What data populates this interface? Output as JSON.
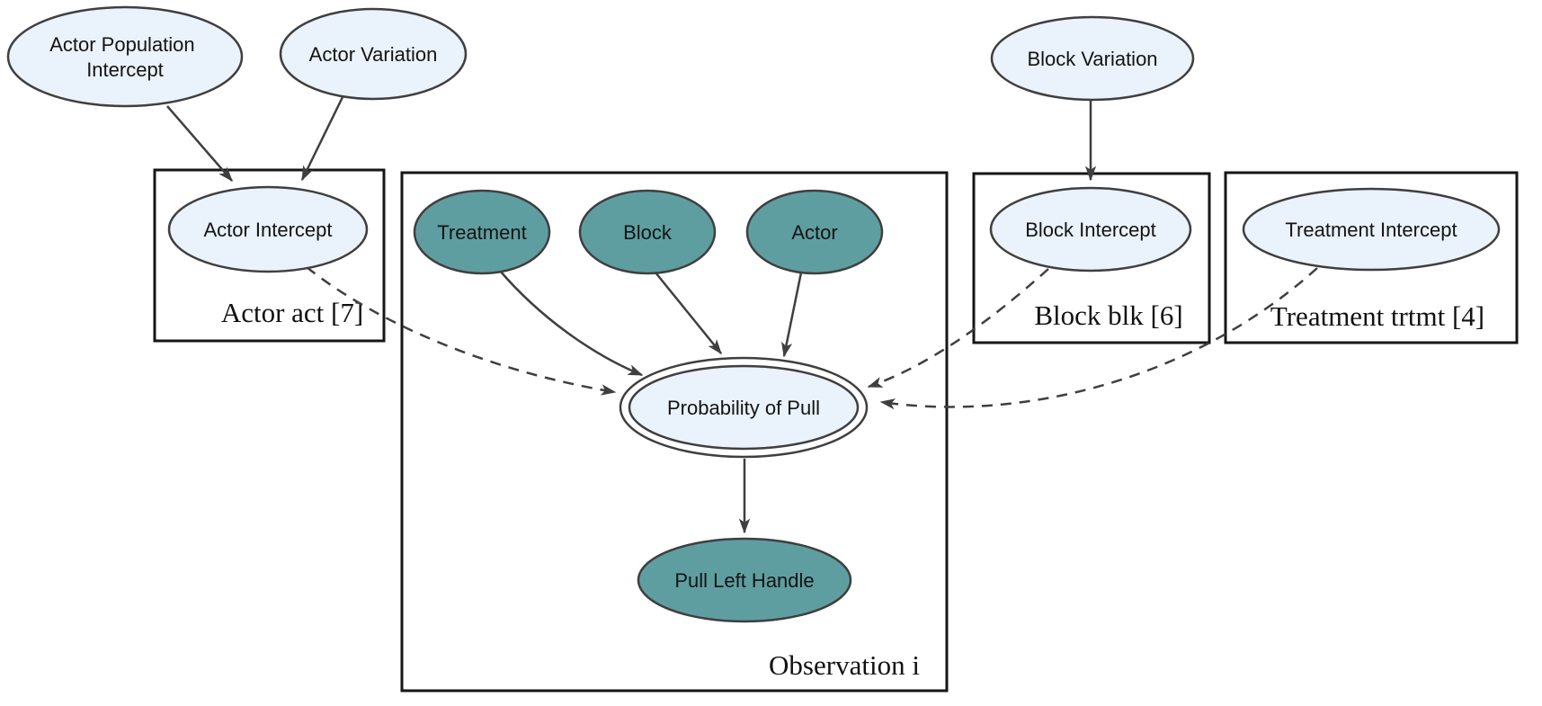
{
  "diagram": {
    "kind": "plate-notation-graphical-model",
    "colors": {
      "latent_node_fill": "#eaf2fb",
      "observed_node_fill": "#5f9ea0",
      "node_stroke": "#3f3f3f",
      "plate_stroke": "#161616",
      "edge_color": "#3f3f3f",
      "text_color": "#141414",
      "background": "#ffffff"
    },
    "plates": [
      {
        "id": "actor-plate",
        "label": "Actor act [7]"
      },
      {
        "id": "observation-plate",
        "label": "Observation i"
      },
      {
        "id": "block-plate",
        "label": "Block blk [6]"
      },
      {
        "id": "treatment-plate",
        "label": "Treatment trtmt [4]"
      }
    ],
    "nodes": [
      {
        "id": "actor-population-intercept",
        "label": "Actor Population Intercept",
        "line1": "Actor Population",
        "line2": "Intercept",
        "type": "latent"
      },
      {
        "id": "actor-variation",
        "label": "Actor Variation",
        "type": "latent"
      },
      {
        "id": "block-variation",
        "label": "Block Variation",
        "type": "latent"
      },
      {
        "id": "actor-intercept",
        "label": "Actor Intercept",
        "type": "latent"
      },
      {
        "id": "treatment",
        "label": "Treatment",
        "type": "observed"
      },
      {
        "id": "block",
        "label": "Block",
        "type": "observed"
      },
      {
        "id": "actor",
        "label": "Actor",
        "type": "observed"
      },
      {
        "id": "block-intercept",
        "label": "Block Intercept",
        "type": "latent"
      },
      {
        "id": "treatment-intercept",
        "label": "Treatment Intercept",
        "type": "latent"
      },
      {
        "id": "probability-of-pull",
        "label": "Probability of Pull",
        "type": "latent-double-border"
      },
      {
        "id": "pull-left-handle",
        "label": "Pull Left Handle",
        "type": "observed"
      }
    ],
    "edges": [
      {
        "from": "Actor Population Intercept",
        "to": "Actor Intercept",
        "style": "solid"
      },
      {
        "from": "Actor Variation",
        "to": "Actor Intercept",
        "style": "solid"
      },
      {
        "from": "Block Variation",
        "to": "Block Intercept",
        "style": "solid"
      },
      {
        "from": "Treatment",
        "to": "Probability of Pull",
        "style": "solid"
      },
      {
        "from": "Block",
        "to": "Probability of Pull",
        "style": "solid"
      },
      {
        "from": "Actor",
        "to": "Probability of Pull",
        "style": "solid"
      },
      {
        "from": "Actor Intercept",
        "to": "Probability of Pull",
        "style": "dashed"
      },
      {
        "from": "Block Intercept",
        "to": "Probability of Pull",
        "style": "dashed"
      },
      {
        "from": "Treatment Intercept",
        "to": "Probability of Pull",
        "style": "dashed"
      },
      {
        "from": "Probability of Pull",
        "to": "Pull Left Handle",
        "style": "solid"
      }
    ]
  }
}
